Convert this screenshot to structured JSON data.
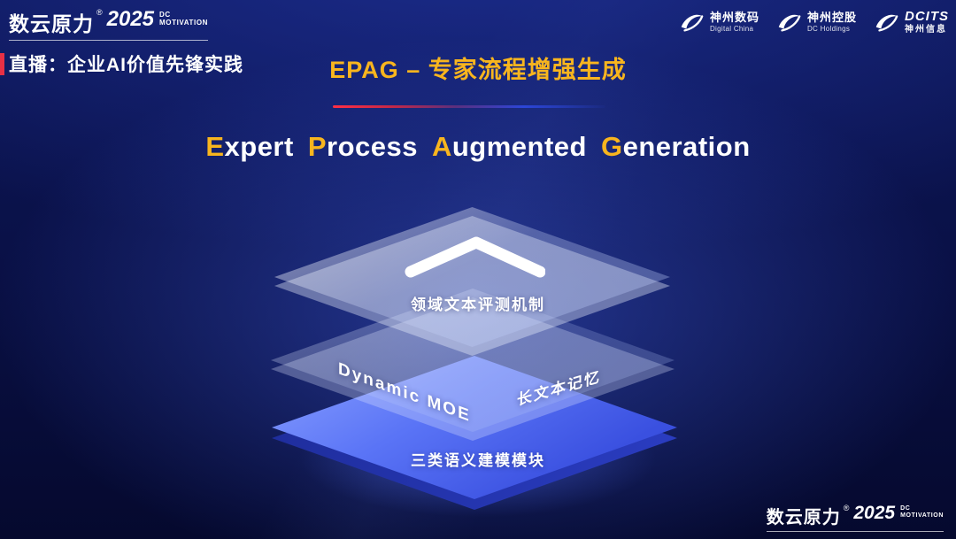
{
  "header": {
    "brand": {
      "name": "数云原力",
      "reg": "®",
      "year": "2025",
      "dc": "DC",
      "motivation": "MOTIVATION"
    },
    "live_label": "直播：企业AI价值先锋实践",
    "logos": [
      {
        "cn": "神州数码",
        "en": "Digital China"
      },
      {
        "cn": "神州控股",
        "en": "DC Holdings"
      },
      {
        "en": "DCITS",
        "cn": "神州信息"
      }
    ]
  },
  "title": {
    "cn": "EPAG – 专家流程增强生成",
    "en": {
      "e": "E",
      "e_rest": "xpert",
      "p": "P",
      "p_rest": "rocess",
      "a": "A",
      "a_rest": "ugmented",
      "g": "G",
      "g_rest": "eneration"
    }
  },
  "diagram": {
    "top_label": "领域文本评测机制",
    "mid_left": "Dynamic MOE",
    "mid_right": "长文本记忆",
    "bottom_label": "三类语义建模模块"
  },
  "footer": {
    "brand": {
      "name": "数云原力",
      "reg": "®",
      "year": "2025",
      "dc": "DC",
      "motivation": "MOTIVATION"
    }
  },
  "icons": {
    "swoosh": "circular-swoosh-logo",
    "chevron": "chevron-up"
  },
  "colors": {
    "gold": "#f8b51e",
    "red_accent": "#e83045",
    "layer_blue": "#4a63ee",
    "background_navy": "#0a1148"
  }
}
